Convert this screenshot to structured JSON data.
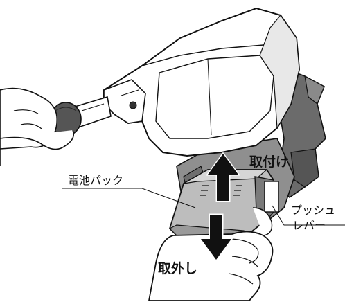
{
  "labels": {
    "battery_pack": "電池パック",
    "attach": "取付け",
    "detach": "取外し",
    "push_lever_line1": "プッシュ",
    "push_lever_line2": "レバー"
  },
  "colors": {
    "ink": "#111111",
    "tool_body": "#ffffff",
    "dark_shadow": "#6b6b6b",
    "mid_shadow": "#9a9a9a",
    "battery": "#bdbdbd",
    "handle_grip": "#555555"
  }
}
